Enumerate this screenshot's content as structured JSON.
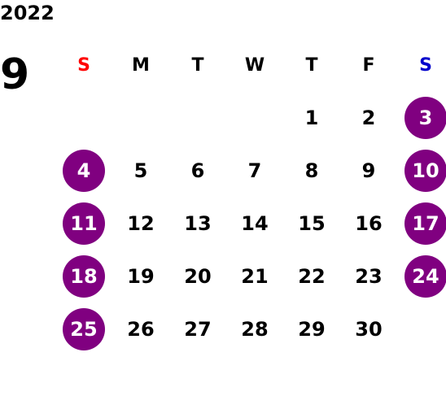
{
  "calendar": {
    "year": "2022",
    "month": "9",
    "weekdays": [
      "S",
      "M",
      "T",
      "W",
      "T",
      "F",
      "S"
    ],
    "weekday_colors": [
      "#ff0000",
      "#000000",
      "#000000",
      "#000000",
      "#000000",
      "#000000",
      "#0000cc"
    ],
    "weekend_circle_color": "#800080",
    "weeks": [
      [
        "",
        "",
        "",
        "",
        "1",
        "2",
        "3"
      ],
      [
        "4",
        "5",
        "6",
        "7",
        "8",
        "9",
        "10"
      ],
      [
        "11",
        "12",
        "13",
        "14",
        "15",
        "16",
        "17"
      ],
      [
        "18",
        "19",
        "20",
        "21",
        "22",
        "23",
        "24"
      ],
      [
        "25",
        "26",
        "27",
        "28",
        "29",
        "30",
        ""
      ]
    ]
  }
}
